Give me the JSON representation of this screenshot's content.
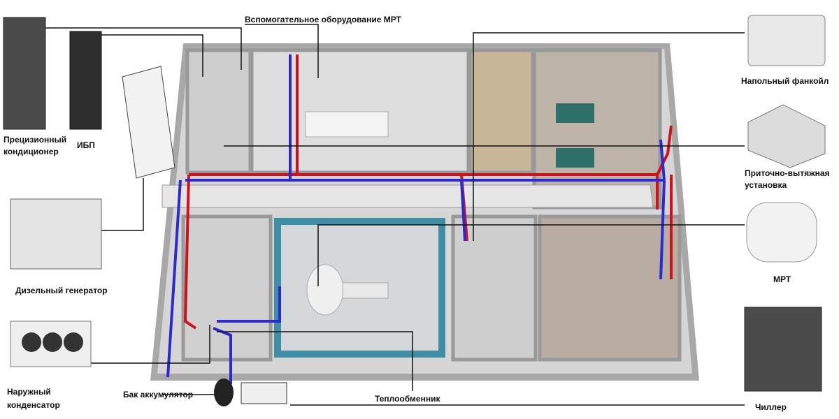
{
  "labels": {
    "mri_aux": "Вспомогательное оборудование МРТ",
    "precision_ac_1": "Прецизионный",
    "precision_ac_2": "кондиционер",
    "ups": "ИБП",
    "diesel": "Дизельный генератор",
    "condenser_1": "Наружный",
    "condenser_2": "конденсатор",
    "tank": "Бак аккумулятор",
    "heat_exchanger": "Теплообменник",
    "chiller": "Чиллер",
    "fancoil": "Напольный фанкойл",
    "ahu_1": "Приточно-вытяжная",
    "ahu_2": "установка",
    "mri": "МРТ"
  },
  "colors": {
    "supply_pipe": "#d0101a",
    "return_pipe": "#2a2ad0",
    "mri_room": "#3e8fa6",
    "floor": "#d9d9d9",
    "wall": "#9a9a9a"
  }
}
